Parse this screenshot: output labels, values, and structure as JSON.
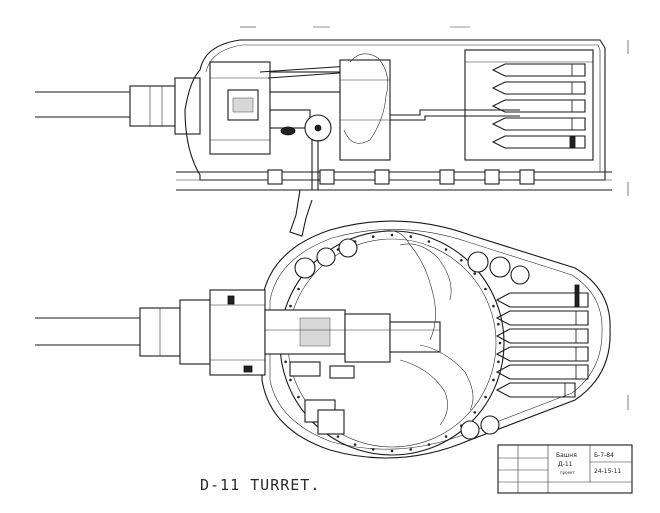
{
  "drawing": {
    "caption": "D-11 TURRET.",
    "title_block": {
      "name": "Башня",
      "designation": "Д-11",
      "sub": "проект",
      "code1": "Б-7-84",
      "code2": "24-15-11"
    }
  }
}
